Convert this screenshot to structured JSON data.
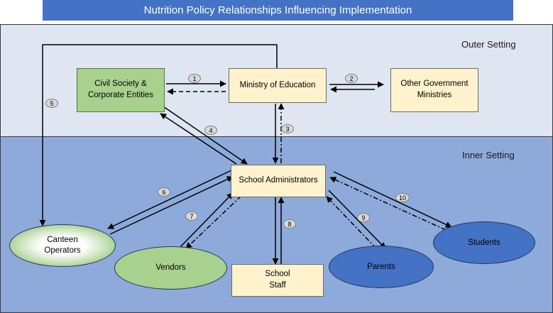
{
  "title": "Nutrition Policy Relationships Influencing Implementation",
  "regions": {
    "outer": "Outer Setting",
    "inner": "Inner Setting"
  },
  "nodes": {
    "civil_society": "Civil Society &\nCorporate Entities",
    "ministry_education": "Ministry of Education",
    "other_ministries": "Other Government\nMinistries",
    "school_admin": "School Administrators",
    "canteen": "Canteen\nOperators",
    "vendors": "Vendors",
    "school_staff": "School\nStaff",
    "parents": "Parents",
    "students": "Students"
  },
  "relationships": [
    "1",
    "2",
    "3",
    "4",
    "5",
    "6",
    "7",
    "8",
    "9",
    "10"
  ]
}
